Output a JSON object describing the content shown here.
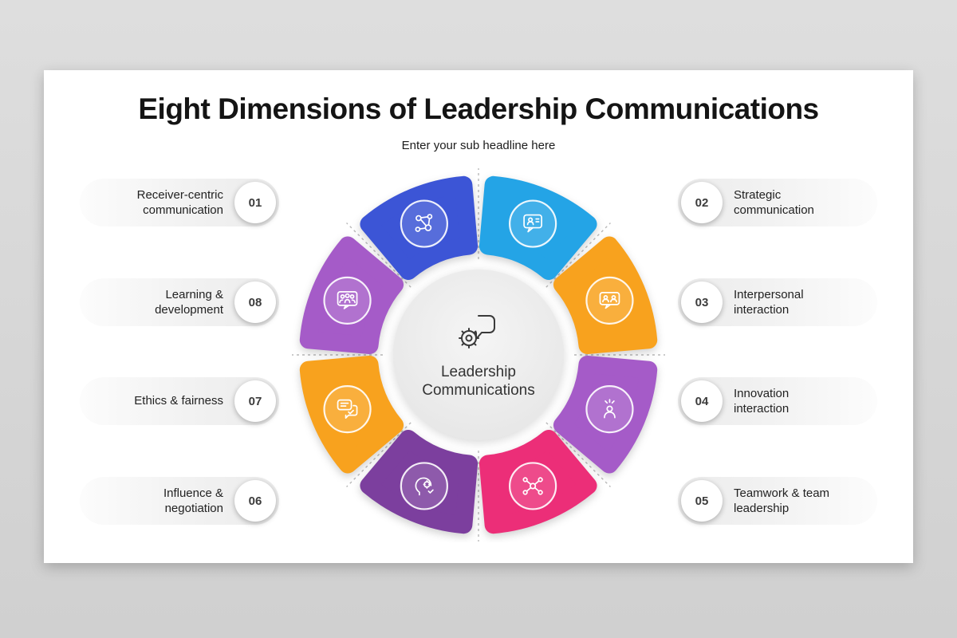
{
  "slide": {
    "title": "Eight Dimensions of Leadership Communications",
    "subtitle": "Enter your sub headline here"
  },
  "center": {
    "label_line1": "Leadership",
    "label_line2": "Communications",
    "icon": "gear-speech-bubble-icon",
    "circle_color": "#ececec"
  },
  "left_items": [
    {
      "number": "01",
      "label": "Receiver-centric communication"
    },
    {
      "number": "08",
      "label": "Learning & development"
    },
    {
      "number": "07",
      "label": "Ethics & fairness"
    },
    {
      "number": "06",
      "label": "Influence & negotiation"
    }
  ],
  "right_items": [
    {
      "number": "02",
      "label": "Strategic communication"
    },
    {
      "number": "03",
      "label": "Interpersonal interaction"
    },
    {
      "number": "04",
      "label": "Innovation interaction"
    },
    {
      "number": "05",
      "label": "Teamwork & team leadership"
    }
  ],
  "diagram": {
    "segments": [
      {
        "position": "top-right",
        "color": "#24A4E6",
        "icon": "user-chat-icon"
      },
      {
        "position": "right-upper",
        "color": "#F8A21E",
        "icon": "users-chat-icon"
      },
      {
        "position": "right-lower",
        "color": "#A55BC8",
        "icon": "user-idea-icon"
      },
      {
        "position": "bottom-right",
        "color": "#EC2E78",
        "icon": "users-circle-icon"
      },
      {
        "position": "bottom-left",
        "color": "#7C3F9E",
        "icon": "head-gear-icon"
      },
      {
        "position": "left-lower",
        "color": "#F8A21E",
        "icon": "chat-check-icon"
      },
      {
        "position": "left-upper",
        "color": "#A55BC8",
        "icon": "team-icon"
      },
      {
        "position": "top-left",
        "color": "#3C55D6",
        "icon": "network-icon"
      }
    ]
  }
}
